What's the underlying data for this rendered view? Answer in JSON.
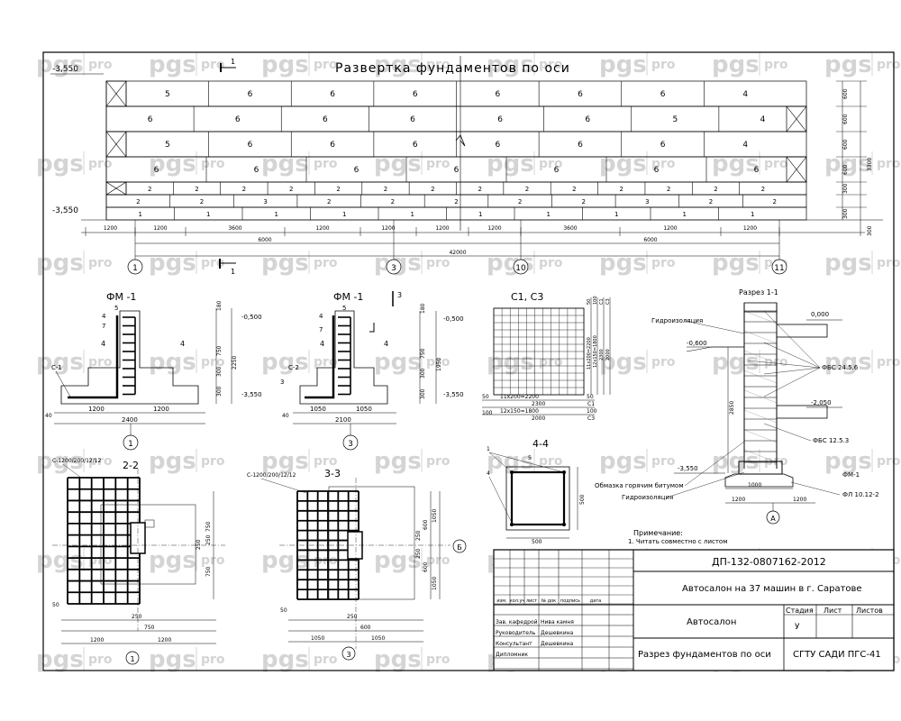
{
  "watermark": {
    "logo": "pgs",
    "suffix": "pro"
  },
  "title": "Развертка фундаментов по оси",
  "section_mark": "1",
  "levels": {
    "top_left": "-3,550",
    "bottom_left": "-3,550"
  },
  "elevation_row_labels": {
    "row1": [
      "5",
      "6",
      "6",
      "6",
      "6",
      "6",
      "6",
      "4"
    ],
    "row2": [
      "6",
      "6",
      "6",
      "6",
      "6",
      "6",
      "5",
      "4"
    ],
    "row3": [
      "5",
      "6",
      "6",
      "6",
      "6",
      "6",
      "6",
      "4"
    ],
    "row4": [
      "6",
      "6",
      "6",
      "6",
      "6",
      "6",
      "6"
    ],
    "row5": [
      "2",
      "2",
      "2",
      "2",
      "2",
      "2",
      "2",
      "2",
      "2",
      "2",
      "2",
      "2",
      "2",
      "2"
    ],
    "row6": [
      "2",
      "2",
      "3",
      "2",
      "2",
      "2",
      "2",
      "2",
      "3",
      "2",
      "2"
    ],
    "row7": [
      "1",
      "1",
      "1",
      "1",
      "1",
      "1",
      "1",
      "1",
      "1",
      "1"
    ]
  },
  "right_dims": [
    "600",
    "600",
    "600",
    "600",
    "300",
    "300",
    "3300",
    "300"
  ],
  "bottom_dims_row1": [
    "1200",
    "1200",
    "3600",
    "1200",
    "1200",
    "1200",
    "1200",
    "3600",
    "1200",
    "1200"
  ],
  "bottom_dims_row2": [
    "6000",
    "6000"
  ],
  "bottom_dims_total": "42000",
  "axes": [
    "1",
    "3",
    "10",
    "11"
  ],
  "details": {
    "fm1_a": {
      "title": "ФМ -1",
      "labels": [
        "5",
        "4",
        "7",
        "4",
        "4",
        "С-1"
      ],
      "dims_v": [
        "180",
        "-0,500",
        "750",
        "300",
        "300",
        "2250",
        "-3,550",
        "40"
      ],
      "dims_h": [
        "1200",
        "1200",
        "2400"
      ],
      "axis": "1"
    },
    "fm1_b": {
      "title": "ФМ -1",
      "labels": [
        "5",
        "4",
        "7",
        "4",
        "С-2",
        "3",
        "3"
      ],
      "dims_v": [
        "180",
        "-0,500",
        "750",
        "300",
        "300",
        "1950",
        "-3,550",
        "40"
      ],
      "dims_h": [
        "1050",
        "1050",
        "2100"
      ],
      "axis": "3"
    },
    "c1c3": {
      "title": "С1, С3",
      "dims_h": [
        "11х200=2200",
        "2300",
        "12х150=1800",
        "2000"
      ],
      "dims_v": [
        "50",
        "100",
        "11х200=2200",
        "12х150=1800",
        "2300",
        "2000"
      ],
      "codes": [
        "С1",
        "С3",
        "С1",
        "С3"
      ],
      "marks": [
        "50",
        "50",
        "100",
        "100"
      ]
    },
    "sec11": {
      "title": "Разрез 1-1",
      "labels": [
        "Гидроизоляция",
        "ФБС 24.5.6",
        "ФБС 12.5.3",
        "ФМ-1",
        "ФЛ 10.12-2",
        "Обмазка горячим битумом",
        "Гидроизоляция"
      ],
      "levels": [
        "0,000",
        "-0,600",
        "-2,050",
        "-3,550"
      ],
      "dims": [
        "2850",
        "1000",
        "1200",
        "1200"
      ],
      "axis": "А"
    },
    "sec44": {
      "title": "4-4",
      "labels": [
        "1",
        "5",
        "4"
      ],
      "dims": [
        "500",
        "500"
      ]
    },
    "sec22": {
      "title": "2-2",
      "mesh": "С-1200/200/12/12",
      "dims_v": [
        "750",
        "250",
        "250",
        "750"
      ],
      "dims_h": [
        "50",
        "250",
        "750",
        "1200",
        "1200"
      ],
      "axis": "1"
    },
    "sec33": {
      "title": "3-3",
      "mesh": "С-1200/200/12/12",
      "dims_v": [
        "600",
        "1050",
        "250",
        "250",
        "600",
        "1050"
      ],
      "dims_h": [
        "50",
        "250",
        "600",
        "1050",
        "1050"
      ],
      "axis": "3",
      "axis_b": "Б"
    }
  },
  "note": {
    "title": "Примечание:",
    "lines": [
      "1. Читать совместно с листом"
    ]
  },
  "stamp": {
    "code": "ДП-132-0807162-2012",
    "project": "Автосалон на 37 машин в г. Саратове",
    "building": "Автосалон",
    "sheet_title": "Разрез фундаментов по оси",
    "org": "СГТУ САДИ ПГС-41",
    "stage_h": "Стадия",
    "sheet_h": "Лист",
    "sheets_h": "Листов",
    "stage": "У",
    "cols": [
      "изм.",
      "кол.уч",
      "лист",
      "№ док",
      "подпись",
      "дата"
    ],
    "roles": [
      "Зав. кафедрой",
      "Руководитель",
      "Консультант",
      "Дипломник"
    ],
    "names": [
      "Нива камня",
      "Дешевкина",
      "Дешевкина",
      ""
    ]
  }
}
